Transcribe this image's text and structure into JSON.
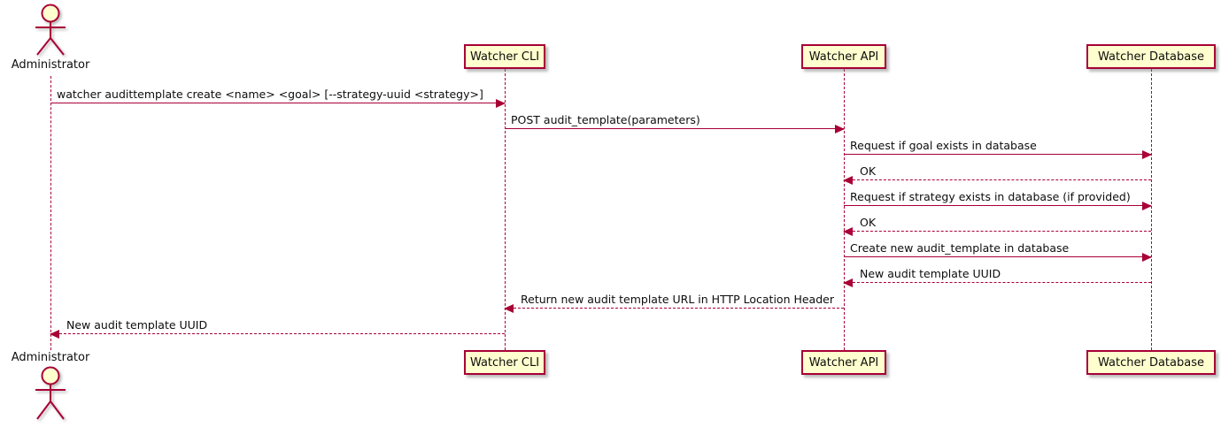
{
  "diagram": {
    "type": "sequence-diagram",
    "style": "plantuml",
    "colors": {
      "participant_fill": "#FEFECE",
      "participant_border": "#A80036",
      "line_color": "#A80036",
      "text_color": "#0d0d0d",
      "background": "#ffffff"
    },
    "participants": [
      {
        "name": "Administrator",
        "kind": "actor"
      },
      {
        "name": "Watcher CLI",
        "kind": "participant"
      },
      {
        "name": "Watcher API",
        "kind": "participant"
      },
      {
        "name": "Watcher Database",
        "kind": "participant"
      }
    ],
    "messages": [
      {
        "from": "Administrator",
        "to": "Watcher CLI",
        "text": "watcher audittemplate create <name> <goal> [--strategy-uuid <strategy>]",
        "line": "solid",
        "direction": "right"
      },
      {
        "from": "Watcher CLI",
        "to": "Watcher API",
        "text": "POST audit_template(parameters)",
        "line": "solid",
        "direction": "right"
      },
      {
        "from": "Watcher API",
        "to": "Watcher Database",
        "text": "Request if goal exists in database",
        "line": "solid",
        "direction": "right"
      },
      {
        "from": "Watcher Database",
        "to": "Watcher API",
        "text": "OK",
        "line": "dashed",
        "direction": "left"
      },
      {
        "from": "Watcher API",
        "to": "Watcher Database",
        "text": "Request if strategy exists in database (if provided)",
        "line": "solid",
        "direction": "right"
      },
      {
        "from": "Watcher Database",
        "to": "Watcher API",
        "text": "OK",
        "line": "dashed",
        "direction": "left"
      },
      {
        "from": "Watcher API",
        "to": "Watcher Database",
        "text": "Create new audit_template in database",
        "line": "solid",
        "direction": "right"
      },
      {
        "from": "Watcher Database",
        "to": "Watcher API",
        "text": "New audit template UUID",
        "line": "dashed",
        "direction": "left"
      },
      {
        "from": "Watcher API",
        "to": "Watcher CLI",
        "text": "Return new audit template URL in HTTP Location Header",
        "line": "dashed",
        "direction": "left"
      },
      {
        "from": "Watcher CLI",
        "to": "Administrator",
        "text": "New audit template UUID",
        "line": "dashed",
        "direction": "left"
      }
    ]
  }
}
